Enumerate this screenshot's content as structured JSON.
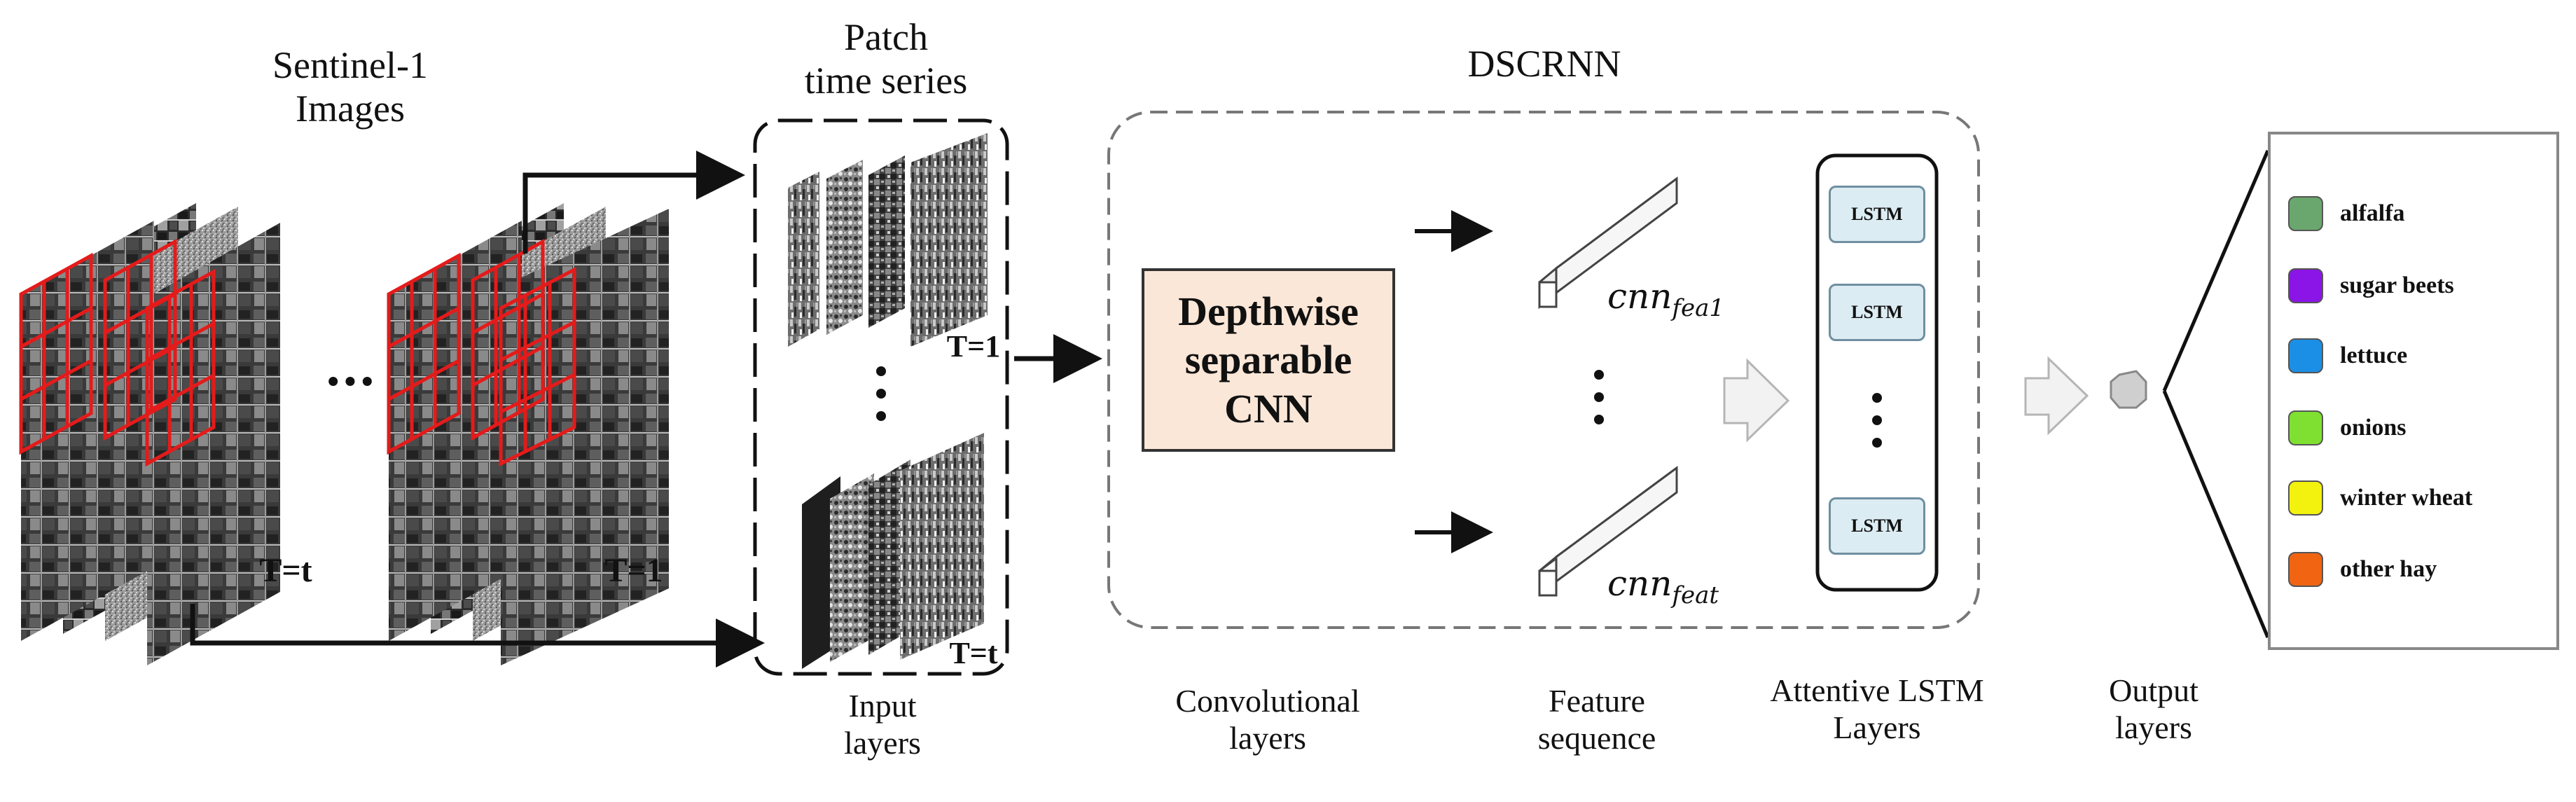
{
  "labels": {
    "sentinel": [
      "Sentinel-1",
      "Images"
    ],
    "t_eq_t": "T=t",
    "t_eq_1": "T=1",
    "ellipsis": "···",
    "patch": [
      "Patch",
      "time series"
    ],
    "patch_t1": "T=1",
    "patch_tt": "T=t",
    "dscrnn": "DSCRNN",
    "cnn_box": [
      "Depthwise",
      "separable",
      "CNN"
    ],
    "feature_1": {
      "base": "cnn",
      "sub": "fea1"
    },
    "feature_t": {
      "base": "cnn",
      "sub": "feat"
    },
    "lstm": "LSTM"
  },
  "captions": [
    {
      "id": "input",
      "lines": [
        "Input",
        "layers"
      ]
    },
    {
      "id": "conv",
      "lines": [
        "Convolutional",
        "layers"
      ]
    },
    {
      "id": "feature",
      "lines": [
        "Feature",
        "sequence"
      ]
    },
    {
      "id": "lstm",
      "lines": [
        "Attentive LSTM",
        "Layers"
      ]
    },
    {
      "id": "output",
      "lines": [
        "Output",
        "layers"
      ]
    }
  ],
  "legend": [
    {
      "label": "alfalfa",
      "color": "#6aa76e"
    },
    {
      "label": "sugar beets",
      "color": "#8b14e6"
    },
    {
      "label": "lettuce",
      "color": "#1b8fe6"
    },
    {
      "label": "onions",
      "color": "#7fe032"
    },
    {
      "label": "winter wheat",
      "color": "#f2f20e"
    },
    {
      "label": "other hay",
      "color": "#f06412"
    }
  ]
}
